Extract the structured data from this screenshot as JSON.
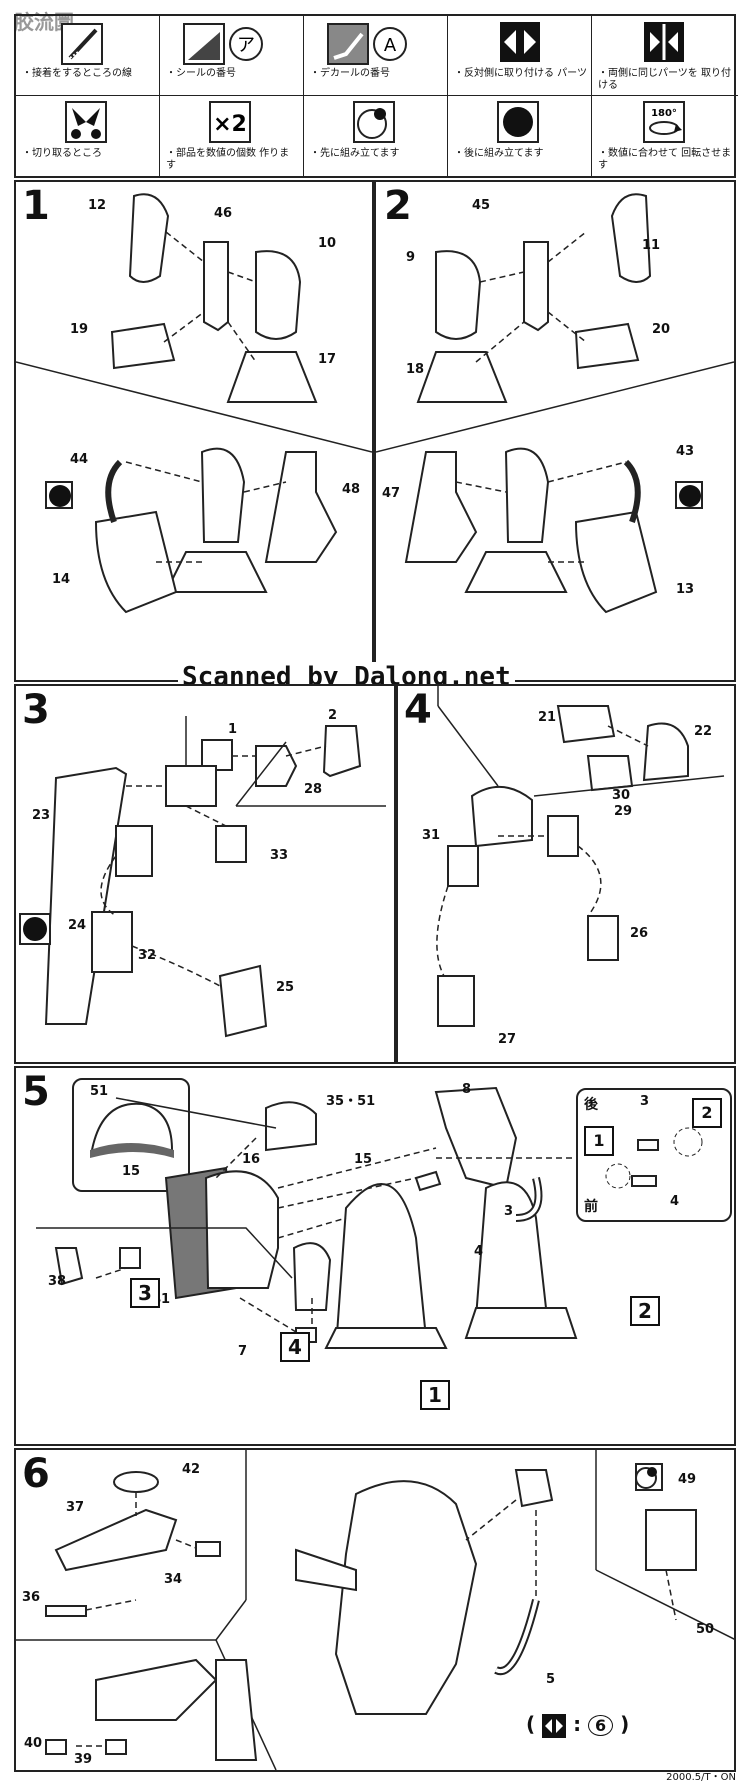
{
  "corner_mark": "胶流圜",
  "legend": [
    {
      "icon": "cement-line-icon",
      "text": "・接着をするところの線"
    },
    {
      "icon": "sticker-icon",
      "symbol": "ア",
      "text": "・シールの番号"
    },
    {
      "icon": "decal-icon",
      "symbol": "A",
      "text": "・デカールの番号"
    },
    {
      "icon": "opposite-side-icon",
      "text": "・反対側に取り付ける パーツ"
    },
    {
      "icon": "both-sides-icon",
      "text": "・両側に同じパーツを 取り付ける"
    },
    {
      "icon": "cut-icon",
      "text": "・切り取るところ"
    },
    {
      "icon": "multiply-icon",
      "symbol": "×2",
      "text": "・部品を数値の個数 作ります"
    },
    {
      "icon": "assemble-first-icon",
      "text": "・先に組み立てます"
    },
    {
      "icon": "assemble-later-icon",
      "text": "・後に組み立てます"
    },
    {
      "icon": "rotate-icon",
      "symbol": "180°",
      "text": "・数値に合わせて 回転させます"
    }
  ],
  "steps": {
    "s1": {
      "num": "1",
      "parts": [
        "12",
        "46",
        "10",
        "19",
        "17",
        "44",
        "48",
        "14"
      ]
    },
    "s2": {
      "num": "2",
      "parts": [
        "45",
        "11",
        "9",
        "20",
        "18",
        "43",
        "47",
        "13"
      ]
    },
    "s3": {
      "num": "3",
      "parts": [
        "2",
        "1",
        "28",
        "23",
        "33",
        "32",
        "24",
        "25"
      ]
    },
    "s4": {
      "num": "4",
      "parts": [
        "21",
        "22",
        "29",
        "31",
        "30",
        "26",
        "27"
      ]
    },
    "s5": {
      "num": "5",
      "parts": [
        "51",
        "15",
        "35・51",
        "8",
        "16",
        "15",
        "3",
        "4",
        "3",
        "4",
        "7",
        "38",
        "41"
      ],
      "inset_labels": {
        "back": "後",
        "front": "前"
      },
      "refs": [
        "3",
        "4",
        "1",
        "2",
        "1",
        "2"
      ]
    },
    "s6": {
      "num": "6",
      "parts": [
        "42",
        "37",
        "34",
        "36",
        "40",
        "39",
        "49",
        "50",
        "5"
      ],
      "note_num": "6"
    }
  },
  "watermark": "Scanned by Dalong.net",
  "footer": "2000.5/T・ON"
}
